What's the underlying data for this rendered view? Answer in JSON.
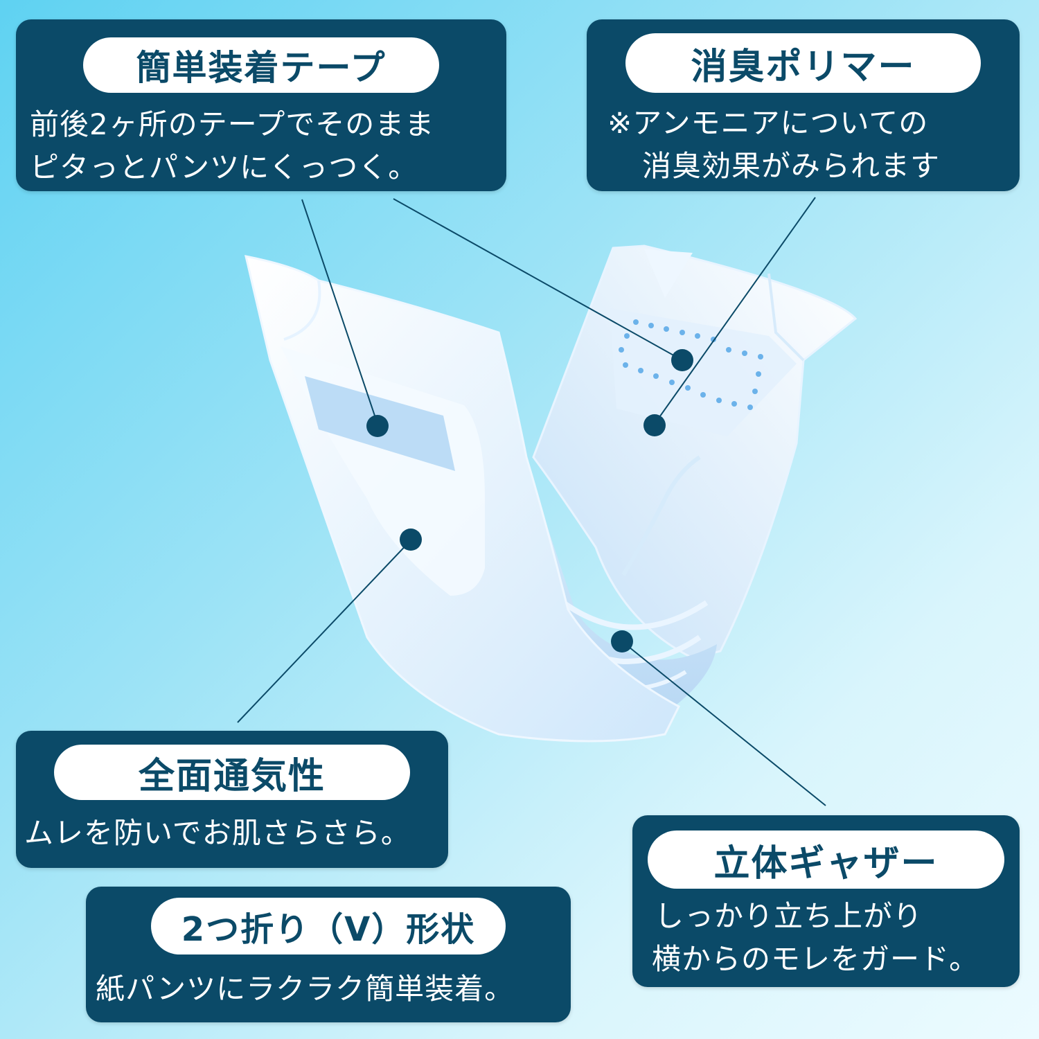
{
  "callouts": {
    "tape": {
      "title": "簡単装着テープ",
      "line1": "前後2ヶ所のテープでそのまま",
      "line2": "ピタっとパンツにくっつく。"
    },
    "polymer": {
      "title": "消臭ポリマー",
      "line1": "※アンモニアについての",
      "line2": "消臭効果がみられます"
    },
    "breathable": {
      "title": "全面通気性",
      "line1": "ムレを防いでお肌さらさら。"
    },
    "vshape": {
      "title": "2つ折り（V）形状",
      "line1": "紙パンツにラクラク簡単装着。"
    },
    "gather": {
      "title": "立体ギャザー",
      "line1": "しっかり立ち上がり",
      "line2": "横からのモレをガード。"
    }
  },
  "colors": {
    "panel": "#0b4a68",
    "pill_text": "#0b4a68",
    "marker": "#0b4a68",
    "background_start": "#5fd2f2",
    "background_end": "#ecfbff"
  }
}
